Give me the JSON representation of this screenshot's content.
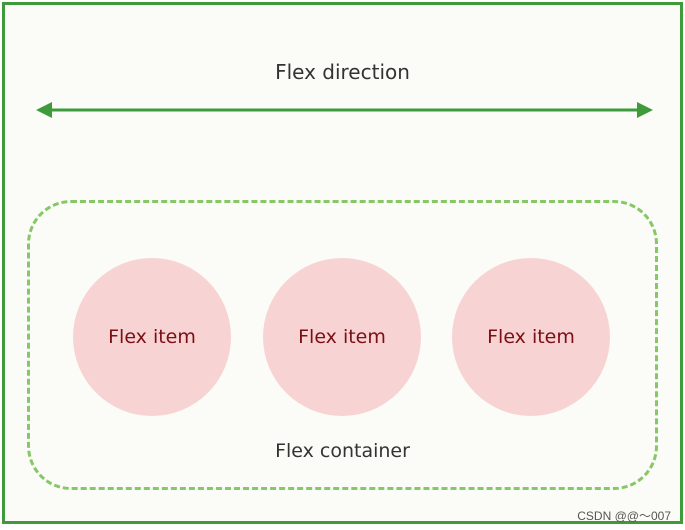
{
  "diagram": {
    "direction_label": "Flex direction",
    "container_label": "Flex container",
    "items": [
      {
        "label": "Flex item"
      },
      {
        "label": "Flex item"
      },
      {
        "label": "Flex item"
      }
    ],
    "arrow": "double-headed",
    "colors": {
      "frame_border": "#3f9a3c",
      "arrow": "#3f9a3c",
      "container_border": "#86c766",
      "item_fill": "#f8d3d3",
      "item_text": "#7a0f14"
    }
  },
  "watermark": "CSDN @@～007"
}
